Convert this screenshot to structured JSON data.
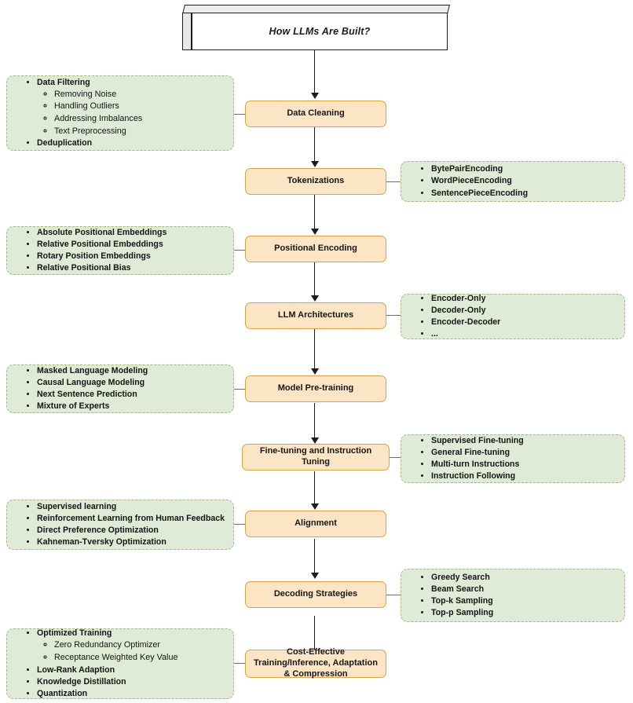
{
  "diagram": {
    "title": "How LLMs Are Built?",
    "stages": [
      {
        "id": "data-cleaning",
        "label": "Data Cleaning"
      },
      {
        "id": "tokenizations",
        "label": "Tokenizations"
      },
      {
        "id": "positional-encoding",
        "label": "Positional Encoding"
      },
      {
        "id": "llm-architectures",
        "label": "LLM Architectures"
      },
      {
        "id": "model-pre-training",
        "label": "Model Pre-training"
      },
      {
        "id": "fine-tuning-and-instruction-tuning",
        "label": "Fine-tuning and Instruction Tuning"
      },
      {
        "id": "alignment",
        "label": "Alignment"
      },
      {
        "id": "decoding-strategies",
        "label": "Decoding Strategies"
      },
      {
        "id": "cost-effective",
        "label": "Cost-Effective Training/Inference, Adaptation & Compression"
      }
    ],
    "details": {
      "data_cleaning": {
        "items": [
          {
            "text": "Data Filtering",
            "sub": [
              "Removing Noise",
              "Handling Outliers",
              "Addressing Imbalances",
              "Text Preprocessing"
            ]
          },
          {
            "text": "Deduplication",
            "sub": []
          }
        ]
      },
      "tokenizations": {
        "items": [
          {
            "text": "BytePairEncoding",
            "sub": []
          },
          {
            "text": "WordPieceEncoding",
            "sub": []
          },
          {
            "text": "SentencePieceEncoding",
            "sub": []
          }
        ]
      },
      "positional_encoding": {
        "items": [
          {
            "text": "Absolute Positional Embeddings",
            "sub": []
          },
          {
            "text": "Relative Positional Embeddings",
            "sub": []
          },
          {
            "text": "Rotary Position Embeddings",
            "sub": []
          },
          {
            "text": "Relative Positional Bias",
            "sub": []
          }
        ]
      },
      "llm_architectures": {
        "items": [
          {
            "text": "Encoder-Only",
            "sub": []
          },
          {
            "text": "Decoder-Only",
            "sub": []
          },
          {
            "text": "Encoder-Decoder",
            "sub": []
          },
          {
            "text": "...",
            "sub": []
          }
        ]
      },
      "model_pre_training": {
        "items": [
          {
            "text": "Masked Language Modeling",
            "sub": []
          },
          {
            "text": "Causal Language Modeling",
            "sub": []
          },
          {
            "text": "Next Sentence Prediction",
            "sub": []
          },
          {
            "text": "Mixture of Experts",
            "sub": []
          }
        ]
      },
      "fine_tuning": {
        "items": [
          {
            "text": "Supervised Fine-tuning",
            "sub": []
          },
          {
            "text": "General Fine-tuning",
            "sub": []
          },
          {
            "text": "Multi-turn Instructions",
            "sub": []
          },
          {
            "text": "Instruction Following",
            "sub": []
          }
        ]
      },
      "alignment": {
        "items": [
          {
            "text": "Supervised learning",
            "sub": []
          },
          {
            "text": "Reinforcement Learning from Human Feedback",
            "sub": []
          },
          {
            "text": "Direct Preference Optimization",
            "sub": []
          },
          {
            "text": "Kahneman-Tversky Optimization",
            "sub": []
          }
        ]
      },
      "decoding_strategies": {
        "items": [
          {
            "text": "Greedy Search",
            "sub": []
          },
          {
            "text": "Beam Search",
            "sub": []
          },
          {
            "text": "Top-k Sampling",
            "sub": []
          },
          {
            "text": "Top-p Sampling",
            "sub": []
          }
        ]
      },
      "cost_effective": {
        "items": [
          {
            "text": "Optimized Training",
            "sub": [
              "Zero Redundancy Optimizer",
              "Receptance Weighted Key Value"
            ]
          },
          {
            "text": "Low-Rank Adaption",
            "sub": []
          },
          {
            "text": "Knowledge Distillation",
            "sub": []
          },
          {
            "text": "Quantization",
            "sub": []
          }
        ]
      }
    },
    "colors": {
      "stage_fill": "#fce5c4",
      "stage_border": "#d9a441",
      "detail_fill": "#dfebd6",
      "detail_border": "#9fbb8a",
      "arrow": "#1c1c1c"
    }
  }
}
